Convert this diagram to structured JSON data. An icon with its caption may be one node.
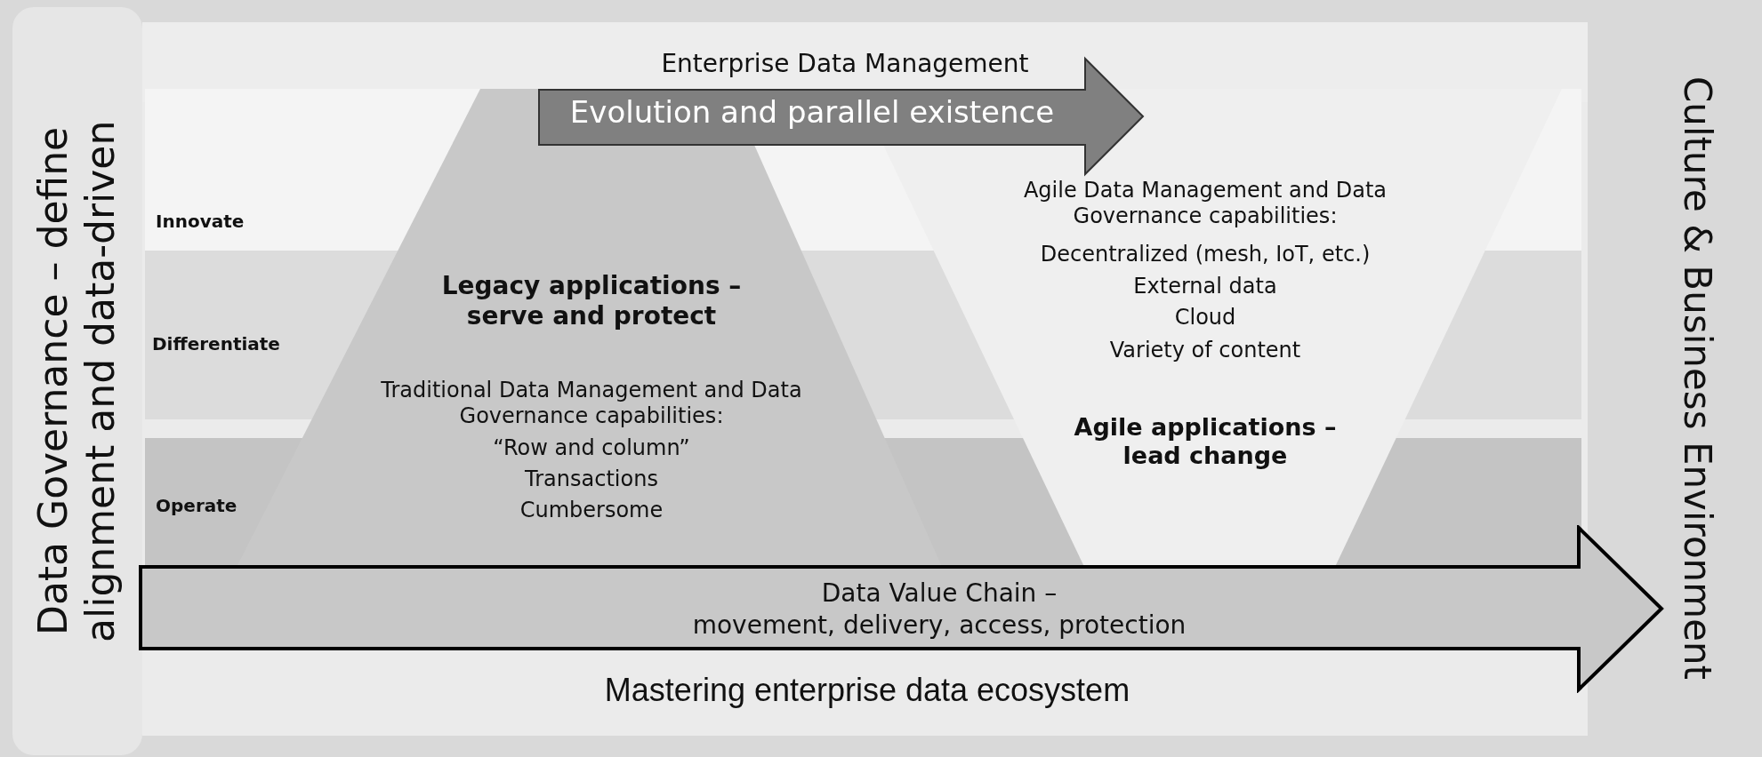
{
  "diagram": {
    "nodes": [
      {
        "text": [
          "Data Governance – define alignment and data-driven"
        ]
      },
      {
        "text": [
          "Legacy applications – serve and protect",
          "Traditional Data Management and Data Governance capabilities:",
          "“Row and column”",
          "Transactions",
          "Cumbersome"
        ]
      },
      {
        "text": [
          "Agile Data Management and Data Governance capabilities:",
          "Decentralized (mesh, IoT, etc.)",
          "External data",
          "Cloud",
          "Variety of content",
          "Agile applications – lead change"
        ]
      },
      {
        "text": [
          "Data Value Chain –",
          "movement, delivery, access, protection"
        ]
      },
      {
        "text": [
          "Culture & Business Environment"
        ]
      }
    ],
    "edges": [
      {
        "from": 1,
        "to": 2,
        "arrow": "to",
        "label": "Evolution and parallel existence"
      }
    ],
    "labels": [
      "Enterprise Data Management",
      "Innovate",
      "Differentiate",
      "Operate",
      "Mastering enterprise data ecosystem"
    ]
  }
}
